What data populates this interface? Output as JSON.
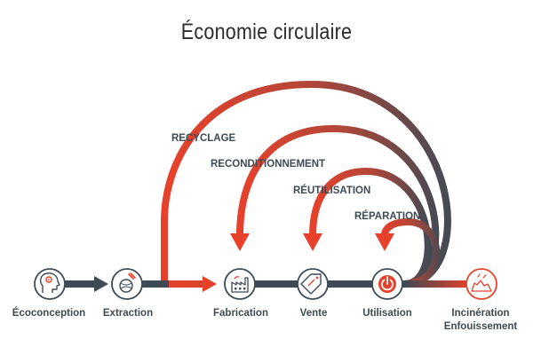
{
  "title": "Économie circulaire",
  "loops": {
    "recyclage": "RECYCLAGE",
    "reconditionnement": "RECONDITIONNEMENT",
    "reutilisation": "RÉUTILISATION",
    "reparation": "RÉPARATION"
  },
  "stages": {
    "ecoconception": "Écoconception",
    "extraction": "Extraction",
    "fabrication": "Fabrication",
    "vente": "Vente",
    "utilisation": "Utilisation",
    "fin_line1": "Incinération",
    "fin_line2": "Enfouissement"
  },
  "colors": {
    "accent_red": "#e8412b",
    "slate": "#3e4a55",
    "title": "#2b2b2b"
  },
  "icons": {
    "ecoconception": "head-gears-icon",
    "extraction": "globe-mining-icon",
    "fabrication": "factory-icon",
    "vente": "price-tag-icon",
    "utilisation": "power-icon",
    "fin": "landfill-icon"
  }
}
